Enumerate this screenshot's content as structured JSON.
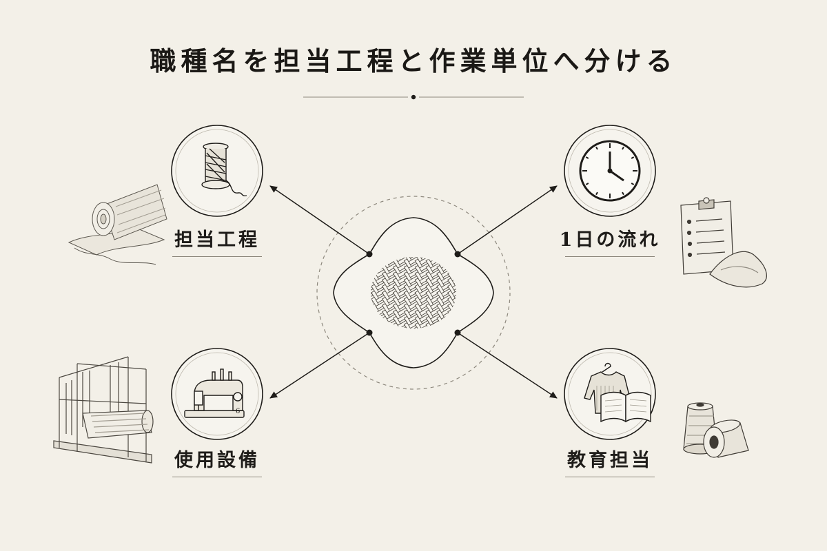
{
  "title": "職種名を担当工程と作業単位へ分ける",
  "center": {
    "icon": "woven-fabric-icon"
  },
  "nodes": [
    {
      "label": "担当工程",
      "icon": "thread-spool-icon",
      "decor": "fabric-roll-icon"
    },
    {
      "label": "1日の流れ",
      "icon": "clock-icon",
      "decor": "clipboard-checklist-icon"
    },
    {
      "label": "使用設備",
      "icon": "sewing-machine-icon",
      "decor": "weaving-loom-icon"
    },
    {
      "label": "教育担当",
      "icon": "sweater-and-book-icon",
      "decor": "yarn-cones-icon"
    }
  ],
  "colors": {
    "background": "#f3f0e8",
    "ink": "#1e1c19",
    "circle_fill": "#f6f4ee",
    "muted_line": "#8d887d"
  }
}
